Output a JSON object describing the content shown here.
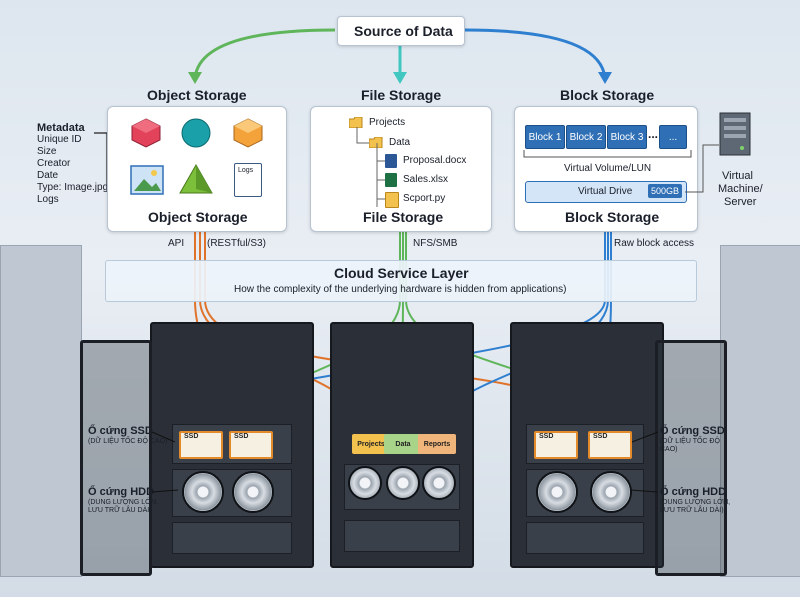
{
  "source_label": "Source of Data",
  "object_section": {
    "heading": "Object Storage",
    "caption": "Object Storage",
    "metadata_title": "Metadata",
    "metadata_items": [
      "Unique ID",
      "Size",
      "Creator",
      "Date",
      "Type: Image.jpg",
      "Logs"
    ],
    "logs_label": "Logs",
    "protocol_api": "API",
    "protocol_rest": "(RESTful/S3)"
  },
  "file_section": {
    "heading": "File Storage",
    "caption": "File Storage",
    "tree": [
      "Projects",
      "Data",
      "Proposal.docx",
      "Sales.xlsx",
      "Scport.py"
    ],
    "protocol": "NFS/SMB"
  },
  "block_section": {
    "heading": "Block Storage",
    "caption": "Block Storage",
    "blocks": [
      "Block 1",
      "Block 2",
      "Block 3",
      "..."
    ],
    "more": "...",
    "volume_label": "Virtual Volume/LUN",
    "drive_label": "Virtual Drive",
    "drive_size": "500GB",
    "vm_label_line1": "Virtual",
    "vm_label_line2": "Machine/",
    "vm_label_line3": "Server",
    "protocol": "Raw block access"
  },
  "cloud_layer": {
    "title": "Cloud Service Layer",
    "subtitle": "How the complexity of the underlying hardware is hidden from applications)"
  },
  "hardware": {
    "ssd_left_title": "Ổ cứng SSD",
    "ssd_left_sub": "(DỮ LIỆU TỐC ĐỘ CAO)",
    "hdd_left_title": "Ổ cứng HDD",
    "hdd_left_sub1": "(DUNG LƯỢNG LỚN,",
    "hdd_left_sub2": "LƯU TRỮ LÂU DÀI)",
    "ssd_right_title": "Ổ cứng SSD",
    "ssd_right_sub1": "(DỮ LIỆU TỐC ĐỘ",
    "ssd_right_sub2": "CAO)",
    "hdd_right_title": "Ổ cứng HDD",
    "hdd_right_sub1": "(DUNG LƯỢNG LỚN,",
    "hdd_right_sub2": "LƯU TRỮ LÂU DÀI)",
    "ssd_tag": "SSD",
    "folder_labels": [
      "Projects",
      "Data",
      "Reports"
    ]
  },
  "colors": {
    "object_line": "#e0732a",
    "file_line": "#5fb55a",
    "block_line": "#2f7fd0",
    "file_arrow": "#3fc7c0"
  }
}
